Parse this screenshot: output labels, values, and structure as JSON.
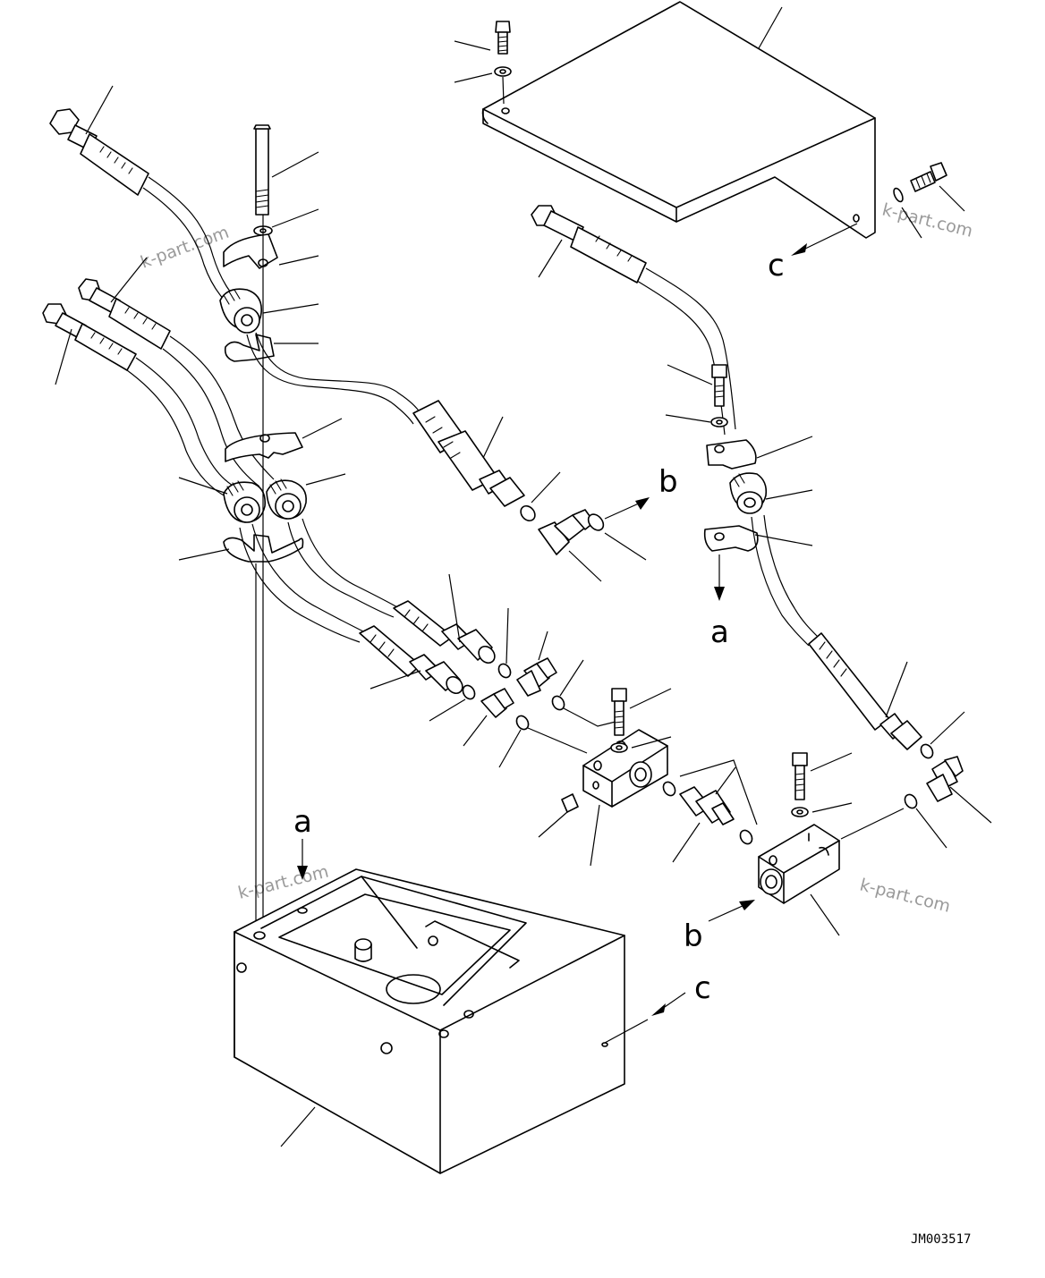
{
  "diagram": {
    "drawing_code": "JM003517",
    "watermark": "k-part.com",
    "refs": {
      "a": "a",
      "b": "b",
      "c": "c"
    }
  }
}
